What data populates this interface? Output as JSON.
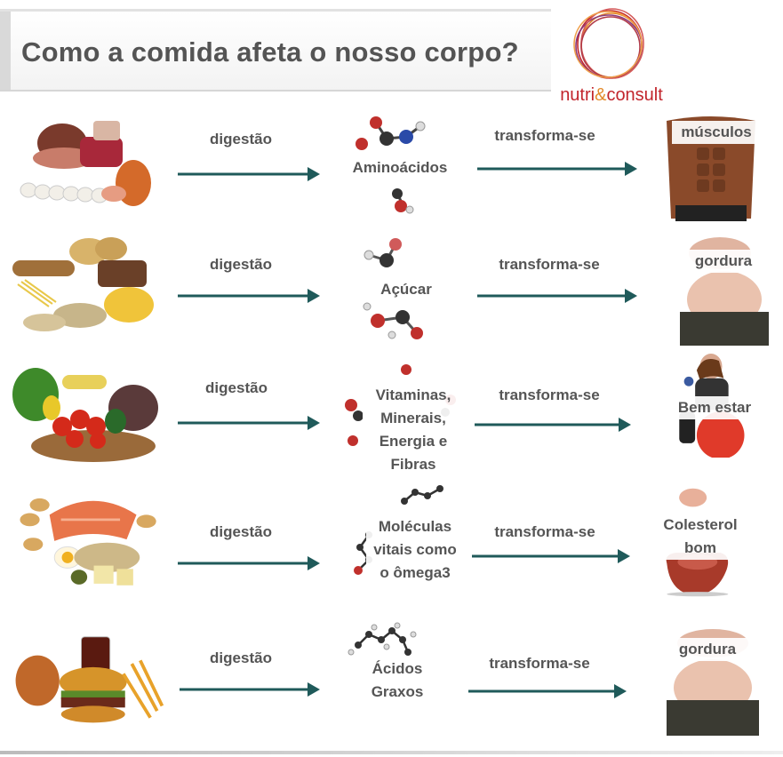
{
  "title": "Como a comida afeta o nosso corpo?",
  "logo": {
    "brand_left": "nutri",
    "brand_amp": "&",
    "brand_right": "consult"
  },
  "rows": [
    {
      "digestion": "digestão",
      "nutrient": "Aminoácidos",
      "transform": "transforma-se",
      "result": "músculos"
    },
    {
      "digestion": "digestão",
      "nutrient": "Açúcar",
      "transform": "transforma-se",
      "result": "gordura"
    },
    {
      "digestion": "digestão",
      "nutrient": "Vitaminas, Minerais, Energia e Fibras",
      "transform": "transforma-se",
      "result": "Bem estar"
    },
    {
      "digestion": "digestão",
      "nutrient": "Moléculas vitais como o ômega3",
      "transform": "transforma-se",
      "result": "Colesterol bom"
    },
    {
      "digestion": "digestão",
      "nutrient": "Ácidos Graxos",
      "transform": "transforma-se",
      "result": "gordura"
    }
  ],
  "colors": {
    "arrow": "#1f5a5a",
    "title": "#545454",
    "label": "#555555"
  }
}
